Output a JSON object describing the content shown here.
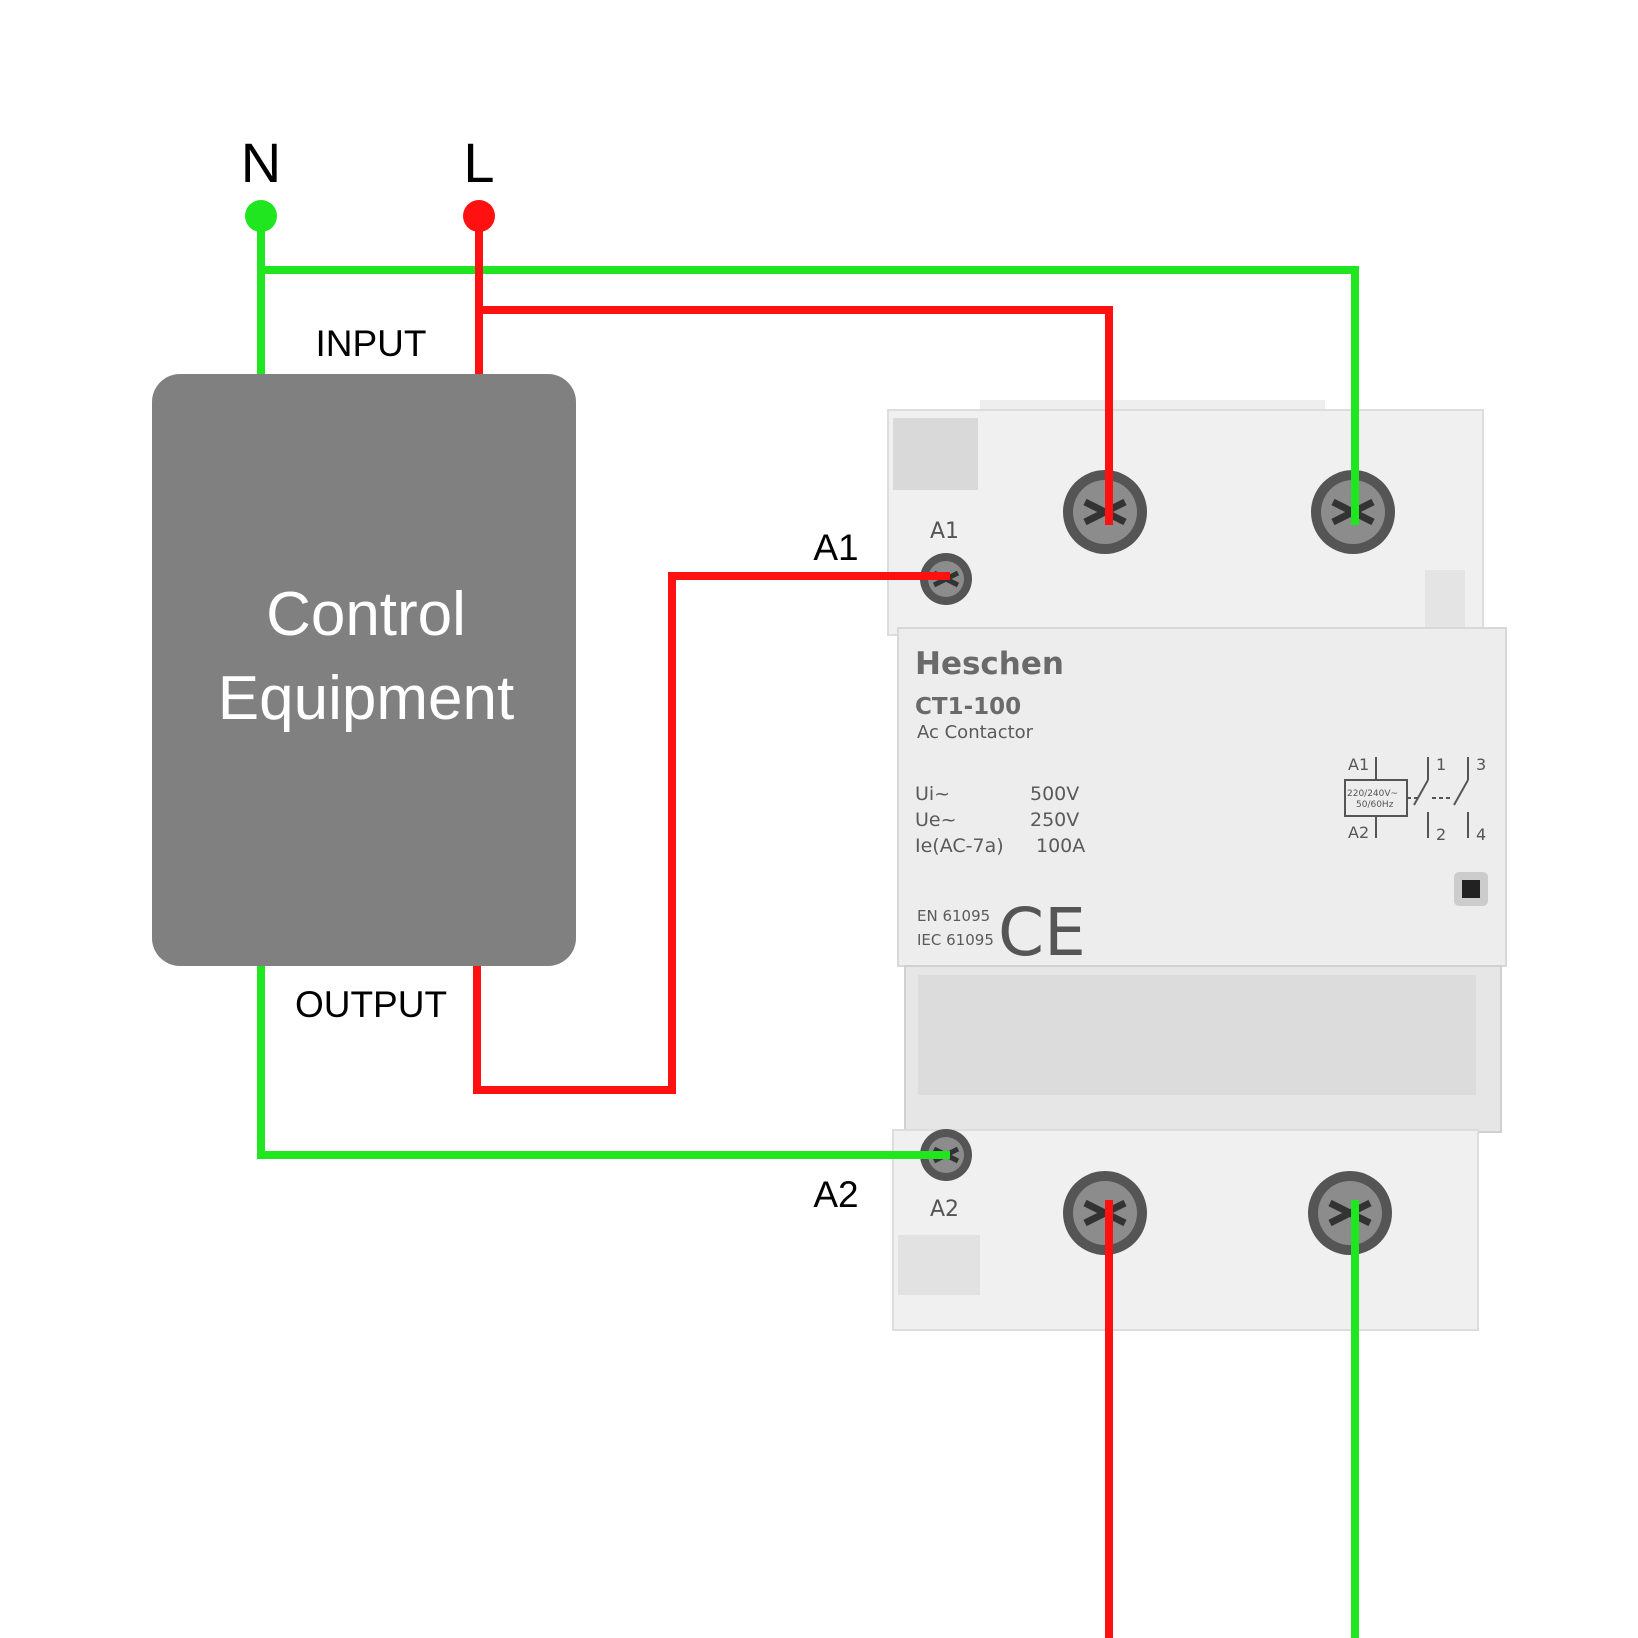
{
  "terminals": {
    "neutral": {
      "label": "N",
      "color": "#1fe61f"
    },
    "live": {
      "label": "L",
      "color": "#ff1111"
    }
  },
  "control_box": {
    "line1": "Control",
    "line2": "Equipment",
    "input_label": "INPUT",
    "output_label": "OUTPUT",
    "fill": "#808080"
  },
  "wire_labels": {
    "a1": "A1",
    "a2": "A2"
  },
  "contactor": {
    "brand": "Heschen",
    "model": "CT1-100",
    "type": "Ac Contactor",
    "ratings": [
      {
        "name": "Ui~",
        "value": "500V"
      },
      {
        "name": "Ue~",
        "value": "250V"
      },
      {
        "name": "Ie(AC-7a)",
        "value": "100A"
      }
    ],
    "standards": [
      "EN 61095",
      "IEC 61095"
    ],
    "mark": "CE",
    "a1_label": "A1",
    "a2_label": "A2",
    "schematic": {
      "a1": "A1",
      "a2": "A2",
      "coil_line1": "220/240V~",
      "coil_line2": "50/60Hz",
      "t1": "1",
      "t2": "2",
      "t3": "3",
      "t4": "4"
    }
  }
}
